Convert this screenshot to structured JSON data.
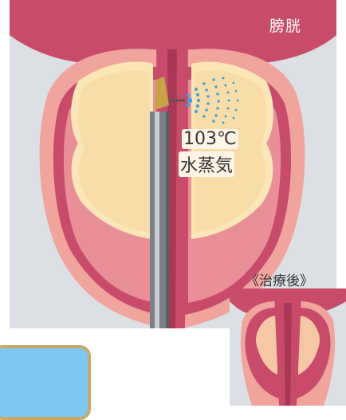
{
  "labels": {
    "bladder": "膀胱",
    "temperature": "103℃",
    "steam": "水蒸気",
    "after_treatment": "《治療後》"
  },
  "colors": {
    "background_panel": "#dcdfe3",
    "bladder_wall": "#c84b6a",
    "tissue_outer": "#f0a49b",
    "prostate_core": "#fbe6b8",
    "tissue_pink": "#e98f98",
    "steam_dots": "#3ea0e0",
    "cta_fill": "#7ec7f0",
    "cta_border": "#c6a96b"
  }
}
